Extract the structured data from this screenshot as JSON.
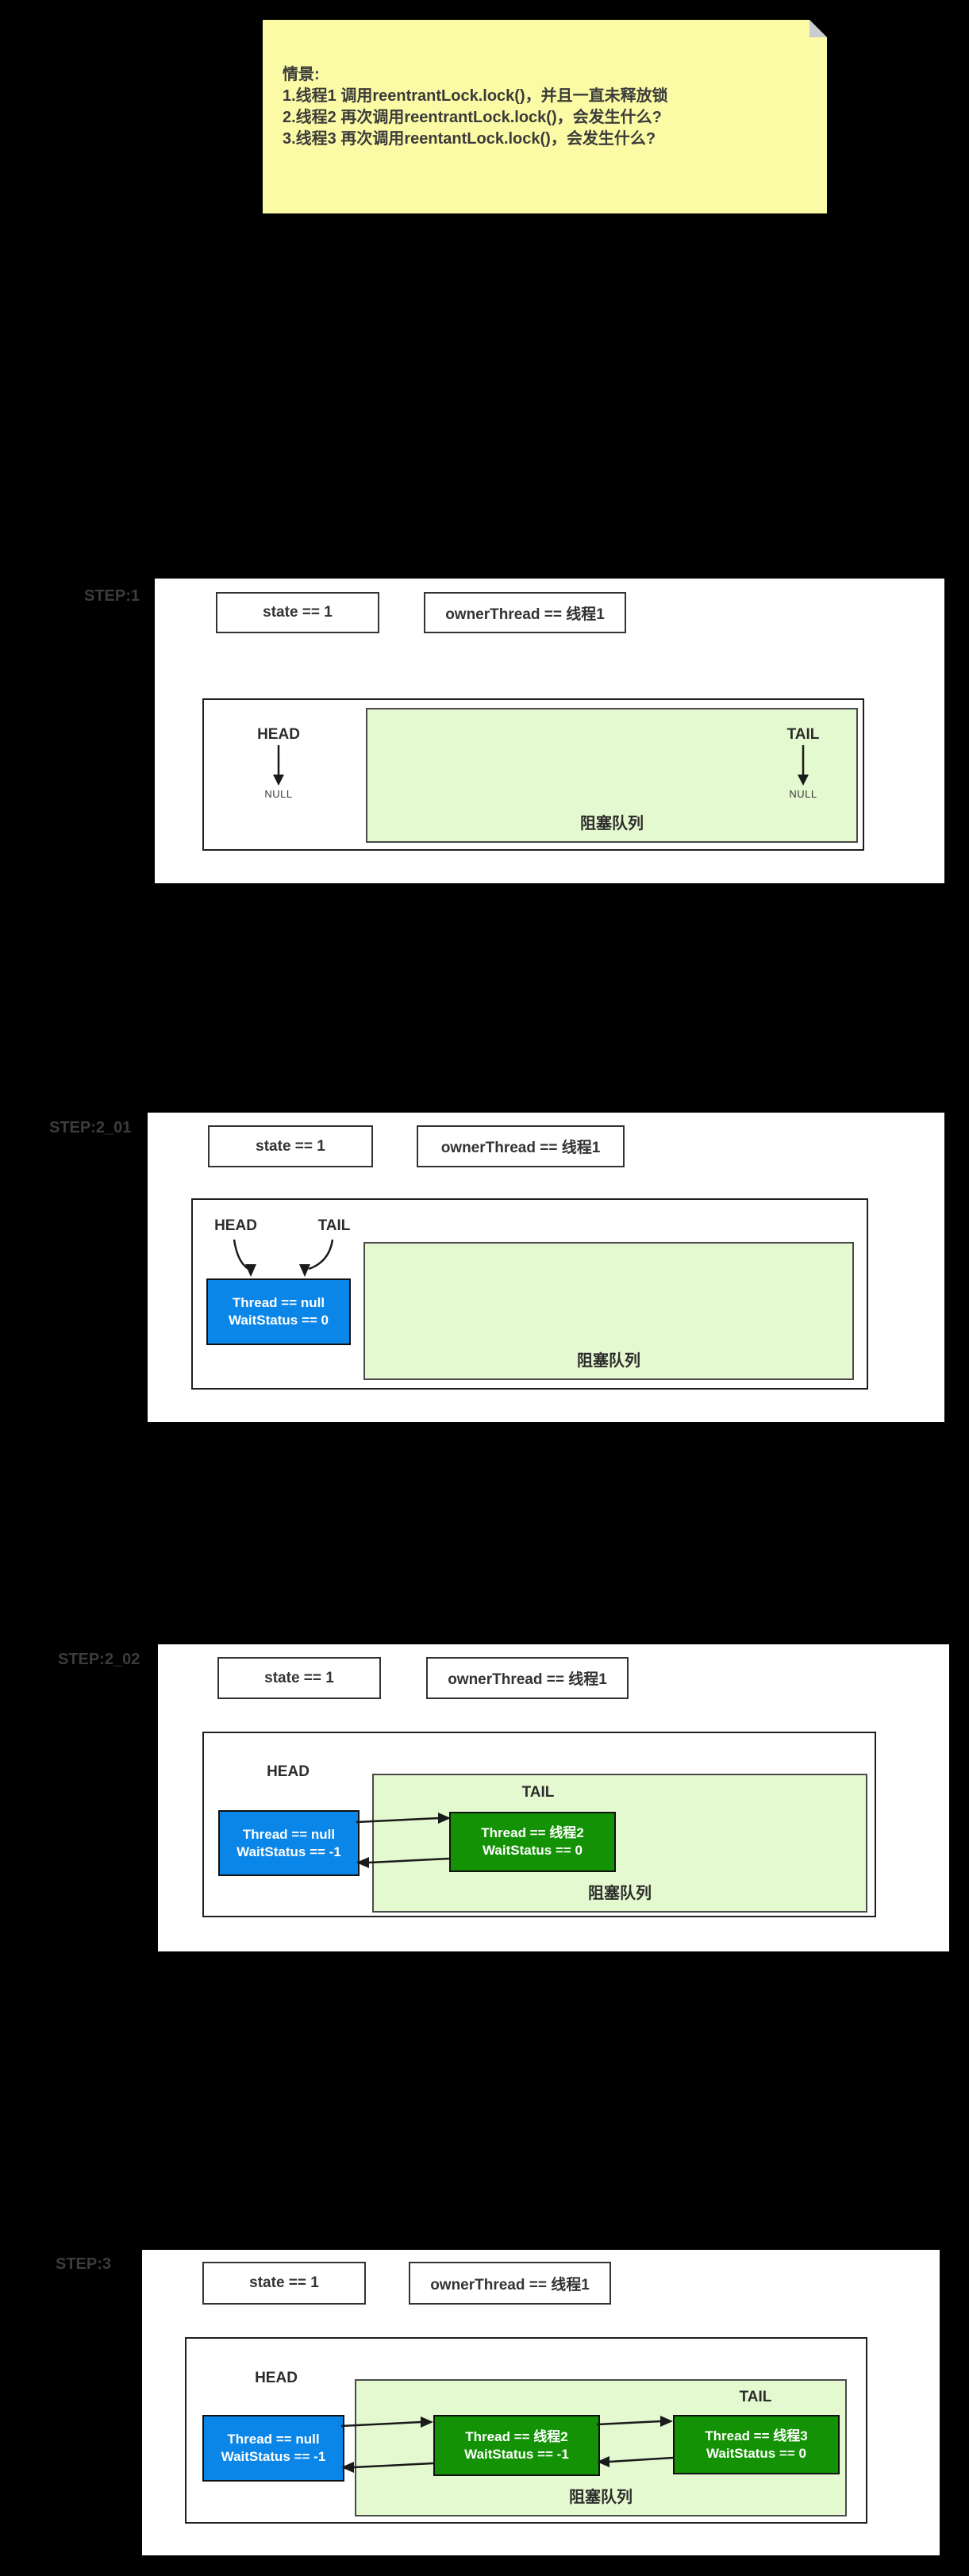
{
  "note": {
    "heading": "情景:",
    "lines": [
      "1.线程1 调用reentrantLock.lock()，并且一直未释放锁",
      "2.线程2 再次调用reentrantLock.lock()，会发生什么?",
      "3.线程3 再次调用reentantLock.lock()，会发生什么?"
    ]
  },
  "shared": {
    "head": "HEAD",
    "tail": "TAIL",
    "null": "NULL",
    "queue": "阻塞队列"
  },
  "steps": {
    "step1": {
      "label": "STEP:1",
      "state": "state == 1",
      "owner": "ownerThread == 线程1"
    },
    "step2_01": {
      "label": "STEP:2_01",
      "state": "state == 1",
      "owner": "ownerThread == 线程1",
      "node1": {
        "line1": "Thread == null",
        "line2": "WaitStatus == 0"
      }
    },
    "step2_02": {
      "label": "STEP:2_02",
      "state": "state == 1",
      "owner": "ownerThread == 线程1",
      "node1": {
        "line1": "Thread == null",
        "line2": "WaitStatus == -1"
      },
      "node2": {
        "line1": "Thread == 线程2",
        "line2": "WaitStatus == 0"
      }
    },
    "step3": {
      "label": "STEP:3",
      "state": "state == 1",
      "owner": "ownerThread == 线程1",
      "node1": {
        "line1": "Thread == null",
        "line2": "WaitStatus == -1"
      },
      "node2": {
        "line1": "Thread == 线程2",
        "line2": "WaitStatus == -1"
      },
      "node3": {
        "line1": "Thread == 线程3",
        "line2": "WaitStatus == 0"
      }
    }
  },
  "colors": {
    "background": "#000000",
    "note_bg": "#FBFBA5",
    "note_fold": "#C9CDD2",
    "panel_bg": "#FFFFFF",
    "queue_zone_bg": "#E4F9CF",
    "head_node_bg": "#0A85E8",
    "queue_node_bg": "#149205",
    "node_text": "#FFFFFF",
    "dark_text": "#333333",
    "step_label_text": "#3C3C3C"
  }
}
